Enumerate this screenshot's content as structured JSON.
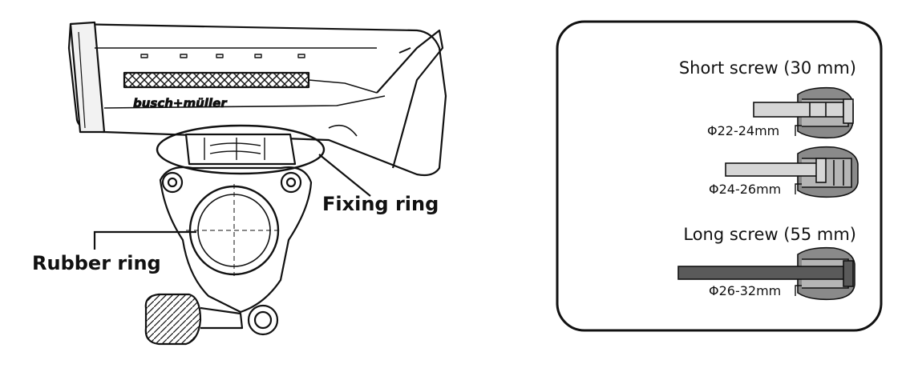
{
  "lamp": {
    "brand": "busch+müller"
  },
  "callouts": {
    "fixing_ring": "Fixing ring",
    "rubber_ring": "Rubber ring"
  },
  "screw_panel": {
    "short_screw_label": "Short screw  (30 mm)",
    "long_screw_label": "Long screw  (55 mm)",
    "diameters": [
      {
        "label": "Φ22-24mm"
      },
      {
        "label": "Φ24-26mm"
      },
      {
        "label": "Φ26-32mm"
      }
    ]
  },
  "colors": {
    "line": "#111111",
    "clamp_gray": "#8a8a8a",
    "clamp_dark": "#6c6c6c",
    "screw_light": "#cfcfcf",
    "screw_dark": "#5a5a5a"
  }
}
